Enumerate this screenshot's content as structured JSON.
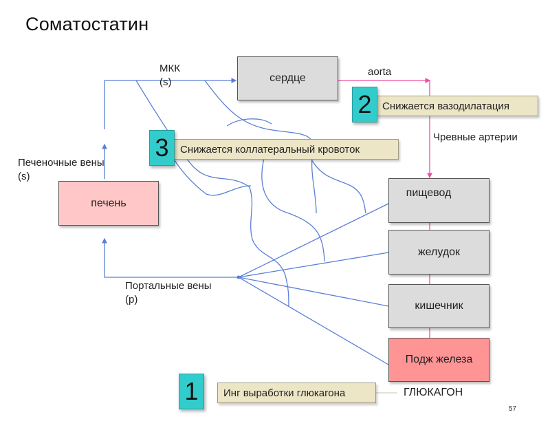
{
  "title": "Соматостатин",
  "organs": {
    "heart": "сердце",
    "liver": "печень",
    "esophagus": "пищевод",
    "stomach": "желудок",
    "intestine": "кишечник",
    "pancreas": "Подж железа"
  },
  "vessel_labels": {
    "ivc_line1": "МКК",
    "ivc_line2": "(s)",
    "aorta": "aorta",
    "celiac": "Чревные артерии",
    "hepatic_line1": "Печеночные вены",
    "hepatic_line2": "(s)",
    "portal_line1": "Портальные вены",
    "portal_line2": "(p)",
    "glucagon": "ГЛЮКАГОН"
  },
  "effects": [
    {
      "number": "1",
      "text": "Инг выработки глюкагона"
    },
    {
      "number": "2",
      "text": "Снижается вазодилатация"
    },
    {
      "number": "3",
      "text": "Снижается коллатеральный кровоток"
    }
  ],
  "colors": {
    "venous": "#5b7fd6",
    "arterial": "#ee4fa4",
    "badge": "#33cccc",
    "note": "#ece5c6",
    "organ_gray": "#dcdcdc",
    "liver_pink": "#ffc7c7",
    "pancreas_pink": "#ff9495"
  },
  "page_number": "57"
}
